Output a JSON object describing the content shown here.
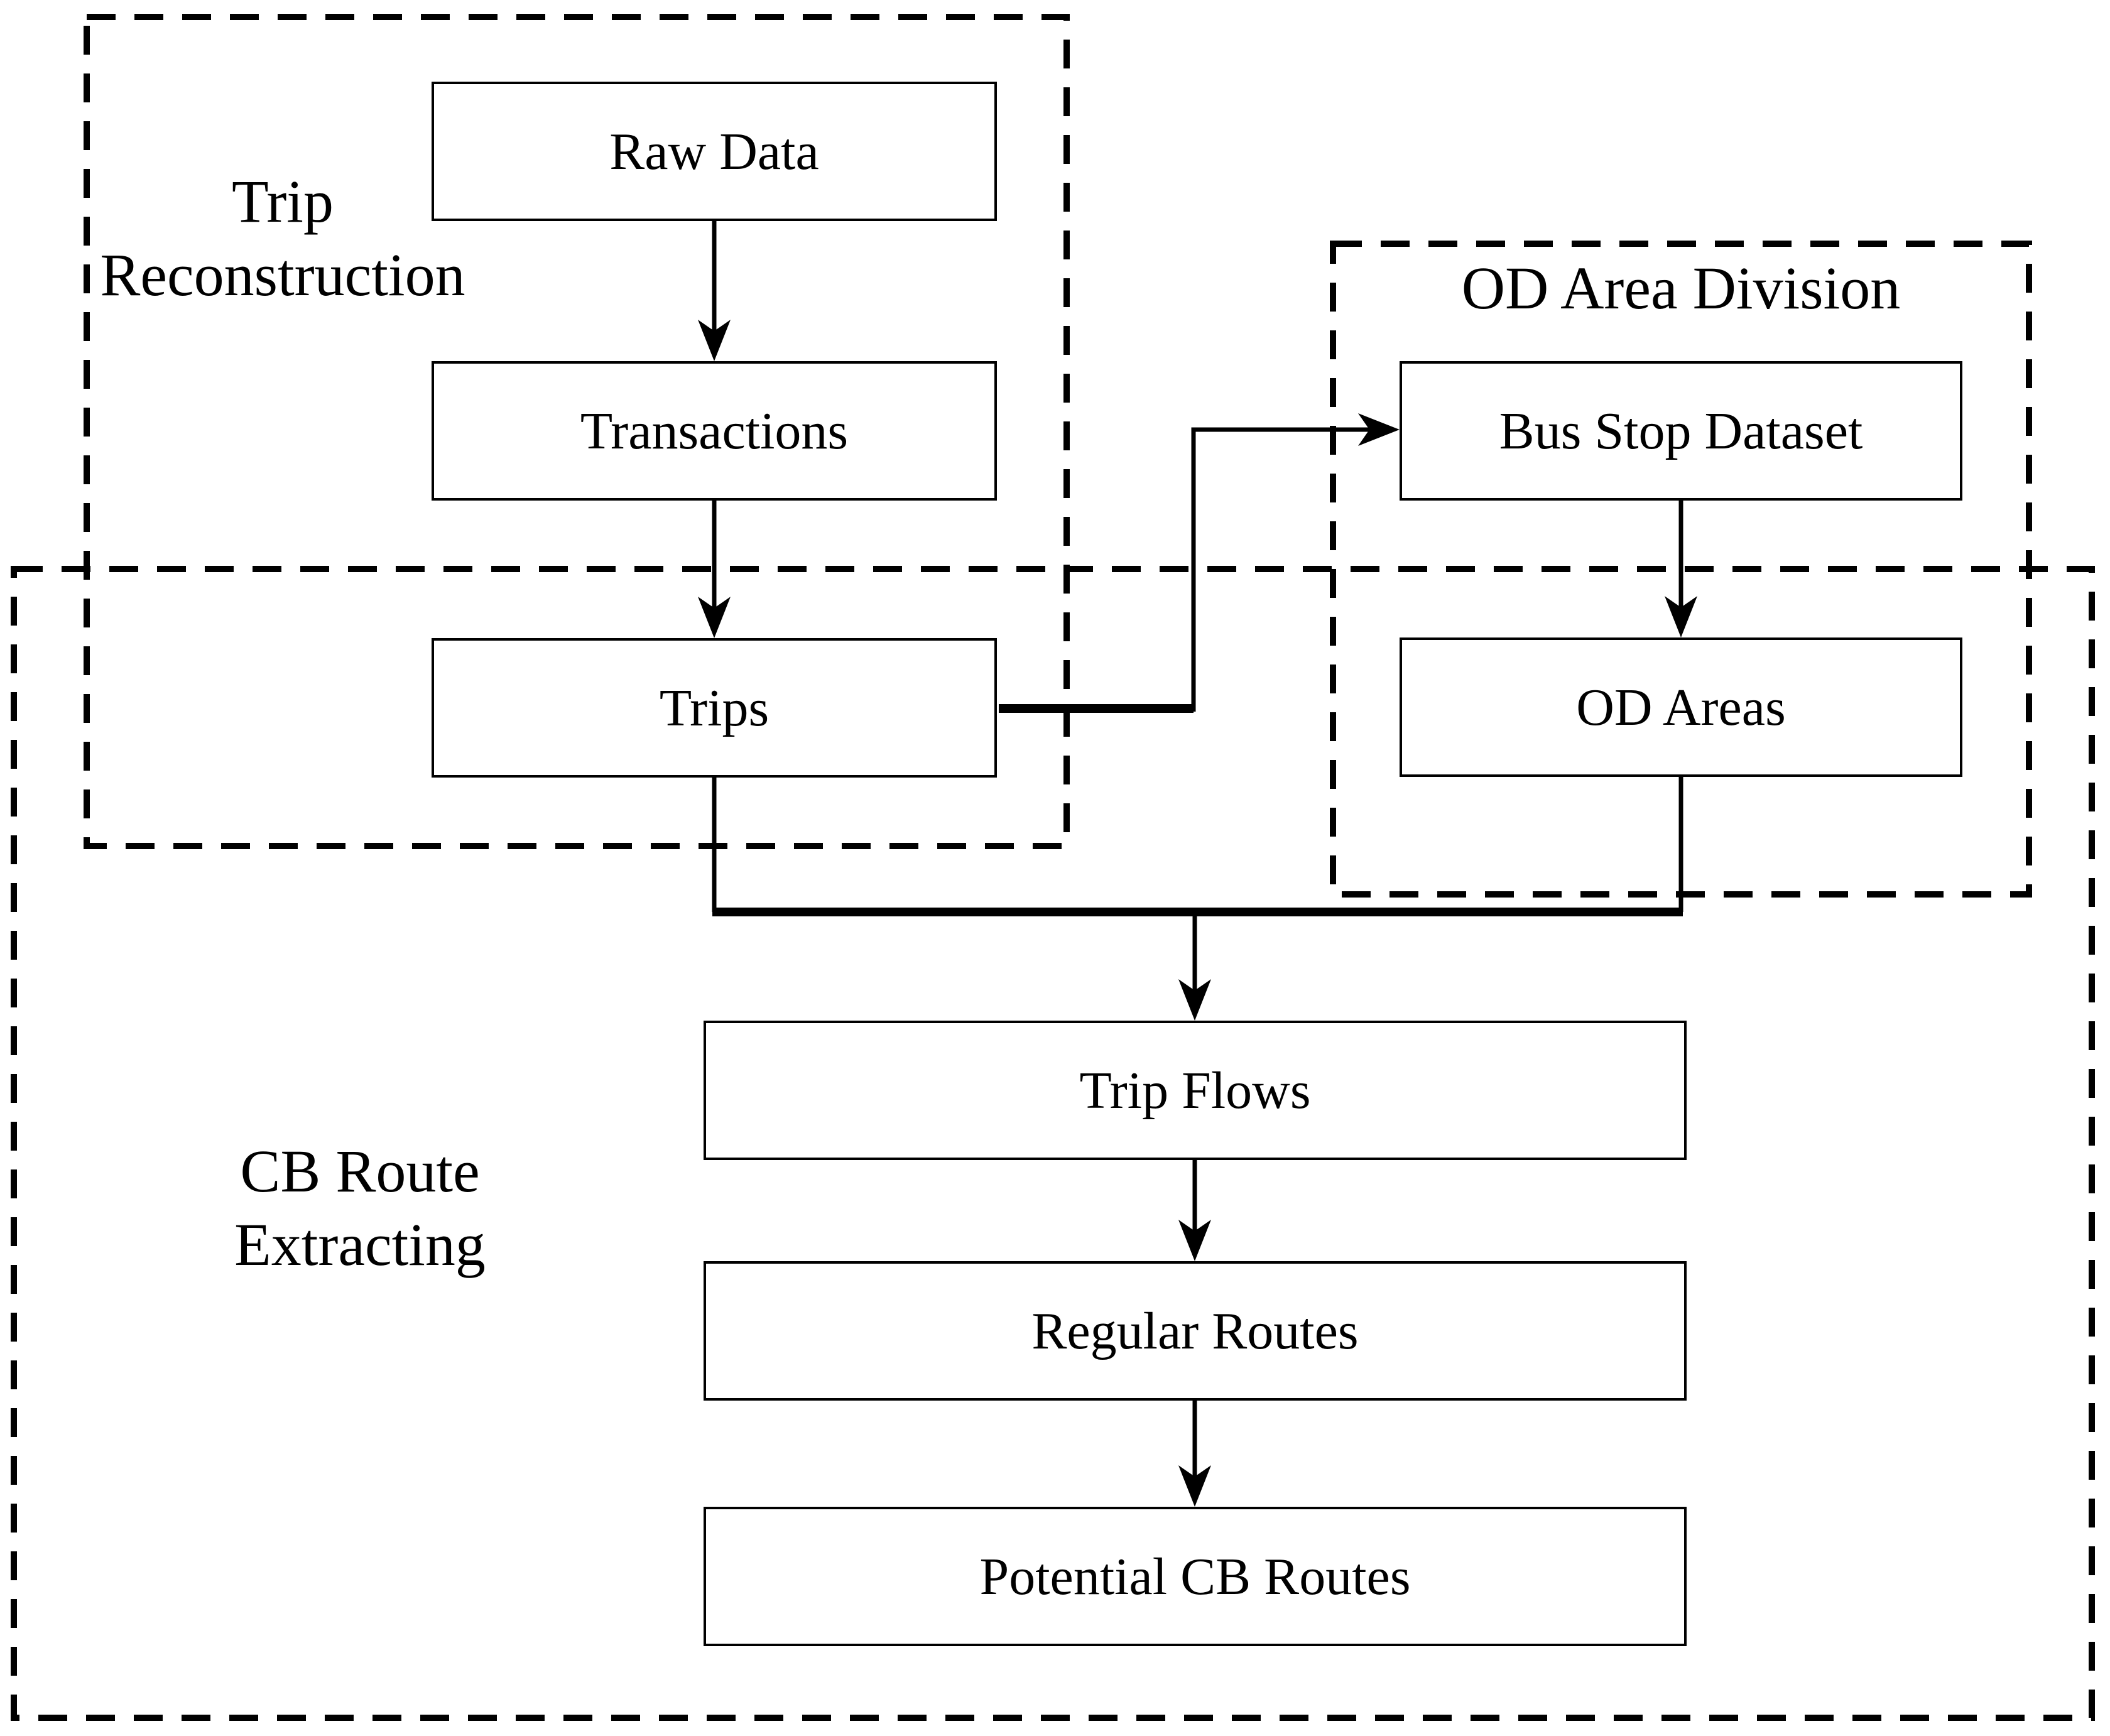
{
  "diagram": {
    "type": "flowchart",
    "colors": {
      "background": "#ffffff",
      "stroke": "#000000",
      "node_fill": "#ffffff"
    }
  },
  "containers": {
    "trip_reconstruction": {
      "line1": "Trip",
      "line2": "Reconstruction"
    },
    "od_area_division": {
      "label": "OD Area Division"
    },
    "cb_route_extracting": {
      "line1": "CB Route",
      "line2": "Extracting"
    }
  },
  "nodes": {
    "raw_data": "Raw Data",
    "transactions": "Transactions",
    "trips": "Trips",
    "bus_stop_dataset": "Bus Stop Dataset",
    "od_areas": "OD Areas",
    "trip_flows": "Trip Flows",
    "regular_routes": "Regular Routes",
    "potential_cb_routes": "Potential CB Routes"
  },
  "edges": [
    {
      "from": "Raw Data",
      "to": "Transactions"
    },
    {
      "from": "Transactions",
      "to": "Trips"
    },
    {
      "from": "Trips",
      "to": "Bus Stop Dataset"
    },
    {
      "from": "Bus Stop Dataset",
      "to": "OD Areas"
    },
    {
      "from": "Trips",
      "to": "Trip Flows"
    },
    {
      "from": "OD Areas",
      "to": "Trip Flows"
    },
    {
      "from": "Trip Flows",
      "to": "Regular Routes"
    },
    {
      "from": "Regular Routes",
      "to": "Potential CB Routes"
    }
  ]
}
